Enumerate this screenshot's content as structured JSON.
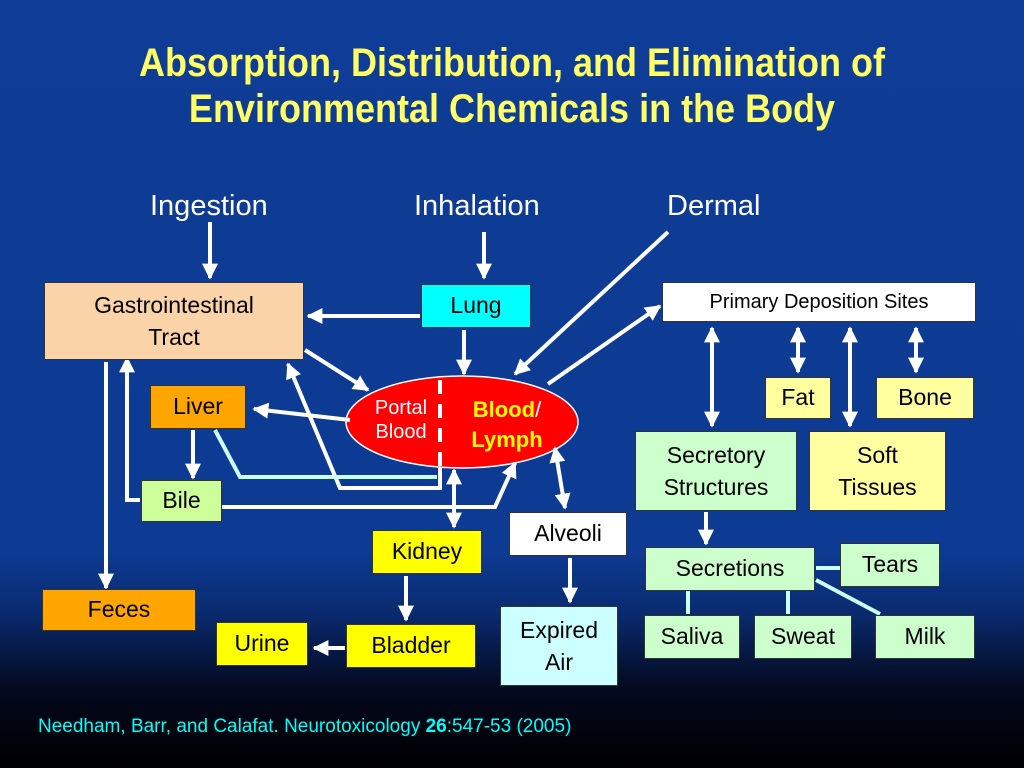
{
  "slide": {
    "title_line1": "Absorption, Distribution, and Elimination of",
    "title_line2": "Environmental Chemicals in the Body",
    "routes": {
      "ingestion": "Ingestion",
      "inhalation": "Inhalation",
      "dermal": "Dermal"
    },
    "nodes": {
      "gi_tract_line1": "Gastrointestinal",
      "gi_tract_line2": "Tract",
      "lung": "Lung",
      "primary_deposition": "Primary Deposition Sites",
      "liver": "Liver",
      "portal_blood_line1": "Portal",
      "portal_blood_line2": "Blood",
      "blood": "Blood",
      "slash": "/",
      "lymph": "Lymph",
      "fat": "Fat",
      "bone": "Bone",
      "secretory_line1": "Secretory",
      "secretory_line2": "Structures",
      "soft_line1": "Soft",
      "soft_line2": "Tissues",
      "bile": "Bile",
      "alveoli": "Alveoli",
      "kidney": "Kidney",
      "secretions": "Secretions",
      "tears": "Tears",
      "feces": "Feces",
      "expired_line1": "Expired",
      "expired_line2": "Air",
      "urine": "Urine",
      "bladder": "Bladder",
      "saliva": "Saliva",
      "sweat": "Sweat",
      "milk": "Milk"
    },
    "citation": {
      "text": "Needham, Barr, and Calafat. Neurotoxicology ",
      "volume": "26",
      "pages": ":547-53 (2005)"
    }
  },
  "colors": {
    "background": "#0e3c96",
    "title": "#ffff66",
    "oval": "#ff0000",
    "citation": "#00ffff",
    "arrow": "#ffffff",
    "teal_line": "#ccffff"
  }
}
